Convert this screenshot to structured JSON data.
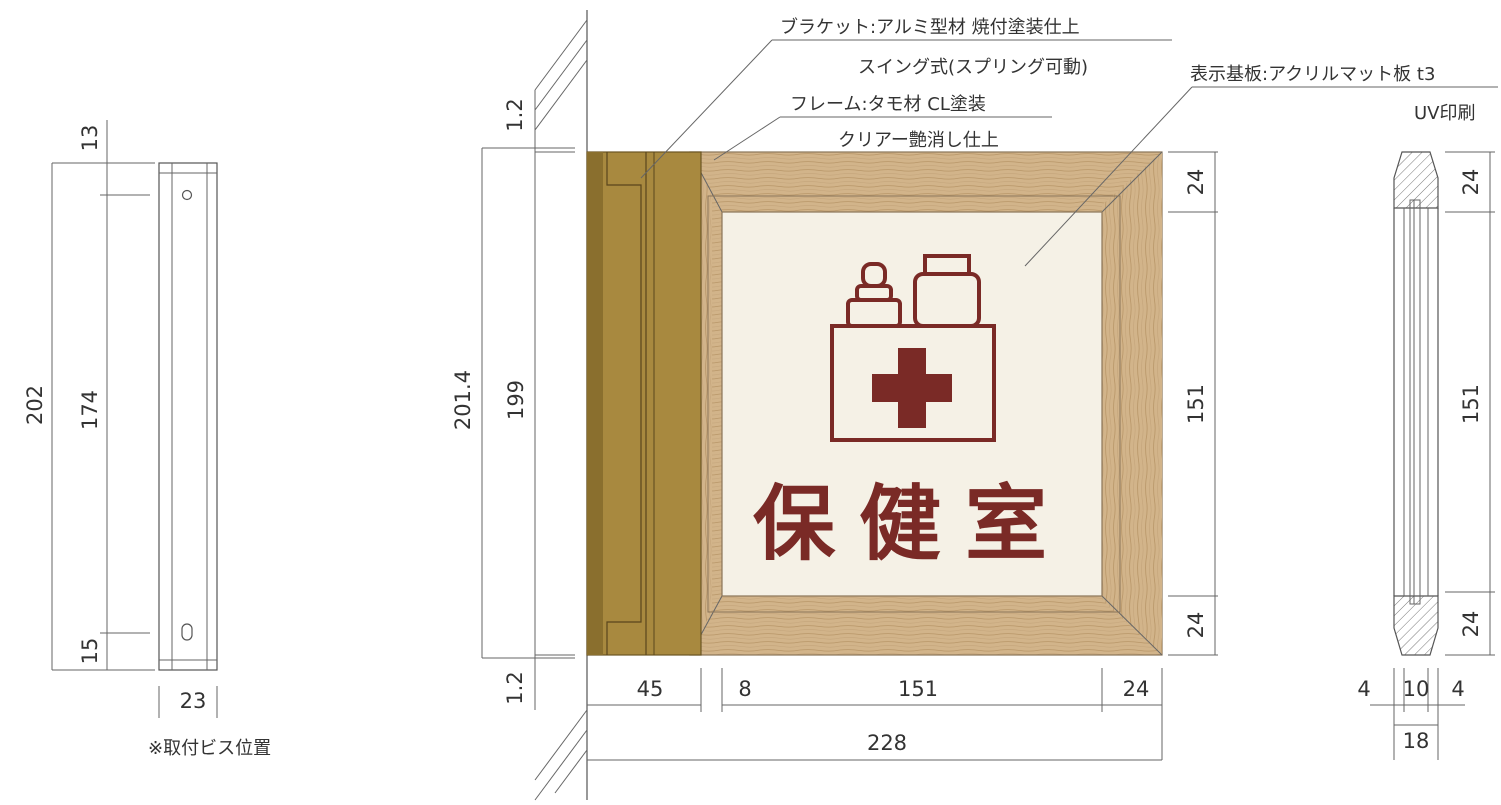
{
  "colors": {
    "line": "#555555",
    "text": "#333333",
    "bracket_gold": "#a8893f",
    "bracket_gold_dark": "#8a6f2e",
    "wood": "#d2b48a",
    "wood_dark": "#b89668",
    "panel": "#f5f1e6",
    "icon_maroon": "#7a2a26"
  },
  "sign": {
    "label": "保健室",
    "icon": "first-aid-kit-icon"
  },
  "callouts": {
    "bracket_material": "ブラケット:アルミ型材 焼付塗装仕上",
    "bracket_type": "スイング式(スプリング可動)",
    "frame_material": "フレーム:タモ材 CL塗装",
    "frame_finish": "クリアー艶消し仕上",
    "panel_material": "表示基板:アクリルマット板 t3",
    "panel_print": "UV印刷"
  },
  "left_view": {
    "total": "202",
    "top": "13",
    "middle": "174",
    "bottom": "15",
    "width": "23",
    "note": "※取付ビス位置"
  },
  "front_view": {
    "gap_top": "1.2",
    "gap_bottom": "1.2",
    "overall_height": "201.4",
    "frame_height": "199",
    "bracket_width": "45",
    "inset": "8",
    "panel_width": "151",
    "frame_right": "24",
    "total_width": "228"
  },
  "right_dims": {
    "top": "24",
    "middle": "151",
    "bottom": "24"
  },
  "side_view": {
    "top": "24",
    "middle": "151",
    "bottom": "24",
    "left": "4",
    "center": "10",
    "right": "4",
    "total": "18"
  }
}
